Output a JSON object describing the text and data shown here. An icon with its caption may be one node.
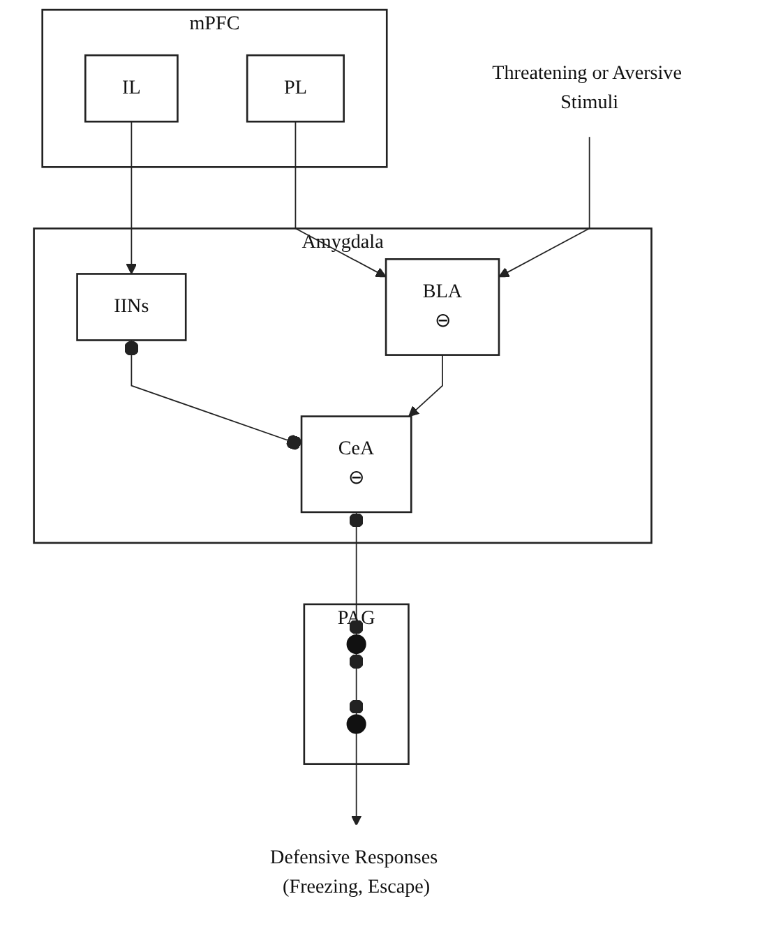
{
  "diagram": {
    "nodes": [
      {
        "text": [
          "mPFC"
        ]
      },
      {
        "text": [
          "PL"
        ],
        "in": 0
      },
      {
        "text": [
          "IL"
        ],
        "in": 0
      },
      {
        "text": [
          "Amygdala"
        ]
      },
      {
        "text": [
          "IINs"
        ],
        "in": 3
      },
      {
        "text": [
          "BLA",
          "⊖"
        ],
        "in": 3
      },
      {
        "text": [
          "CeA",
          "⊖"
        ],
        "in": 3
      },
      {
        "text": [
          "Threatening or Aversive Stimuli"
        ]
      },
      {
        "text": [
          "PAG"
        ]
      },
      {
        "text": [],
        "shape": "circle",
        "in": 8
      },
      {
        "text": [],
        "shape": "circle",
        "in": 8
      },
      {
        "text": [
          "Defensive Responses (Freezing, Escape)"
        ]
      }
    ],
    "edges": [
      {
        "from": 1,
        "to": 5,
        "arrow": "to"
      },
      {
        "from": 2,
        "to": 4,
        "arrow": "to"
      },
      {
        "from": 4,
        "to": 6,
        "arrow": "other"
      },
      {
        "from": 7,
        "to": 5,
        "arrow": "to"
      },
      {
        "from": 5,
        "to": 6,
        "arrow": "to"
      },
      {
        "from": 6,
        "to": 9,
        "arrow": "other"
      },
      {
        "from": 9,
        "to": 10,
        "arrow": "other"
      },
      {
        "from": 10,
        "to": 11,
        "arrow": "to"
      }
    ]
  }
}
